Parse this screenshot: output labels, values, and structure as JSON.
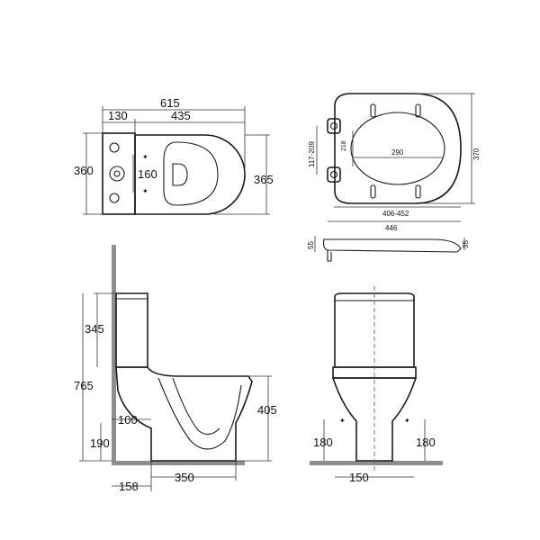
{
  "top_view": {
    "overall_length": "615",
    "cistern_depth": "130",
    "pan_length": "435",
    "cistern_width": "360",
    "fixing_spacing": "160",
    "pan_width": "365"
  },
  "seat_view": {
    "hinge_spacing": "117-209",
    "seat_opening": "290",
    "inner_dim": "218",
    "hinge_range": "406-452",
    "seat_length": "446",
    "seat_width": "370",
    "hinge_height": "55",
    "seat_thickness": "35"
  },
  "side_view": {
    "cistern_height": "345",
    "total_height": "765",
    "rim_height": "405",
    "inlet_height": "100",
    "outlet_height": "190",
    "wall_offset": "158",
    "base_length": "350"
  },
  "front_view": {
    "left_fixing": "180",
    "right_fixing": "180",
    "base_width": "150"
  }
}
